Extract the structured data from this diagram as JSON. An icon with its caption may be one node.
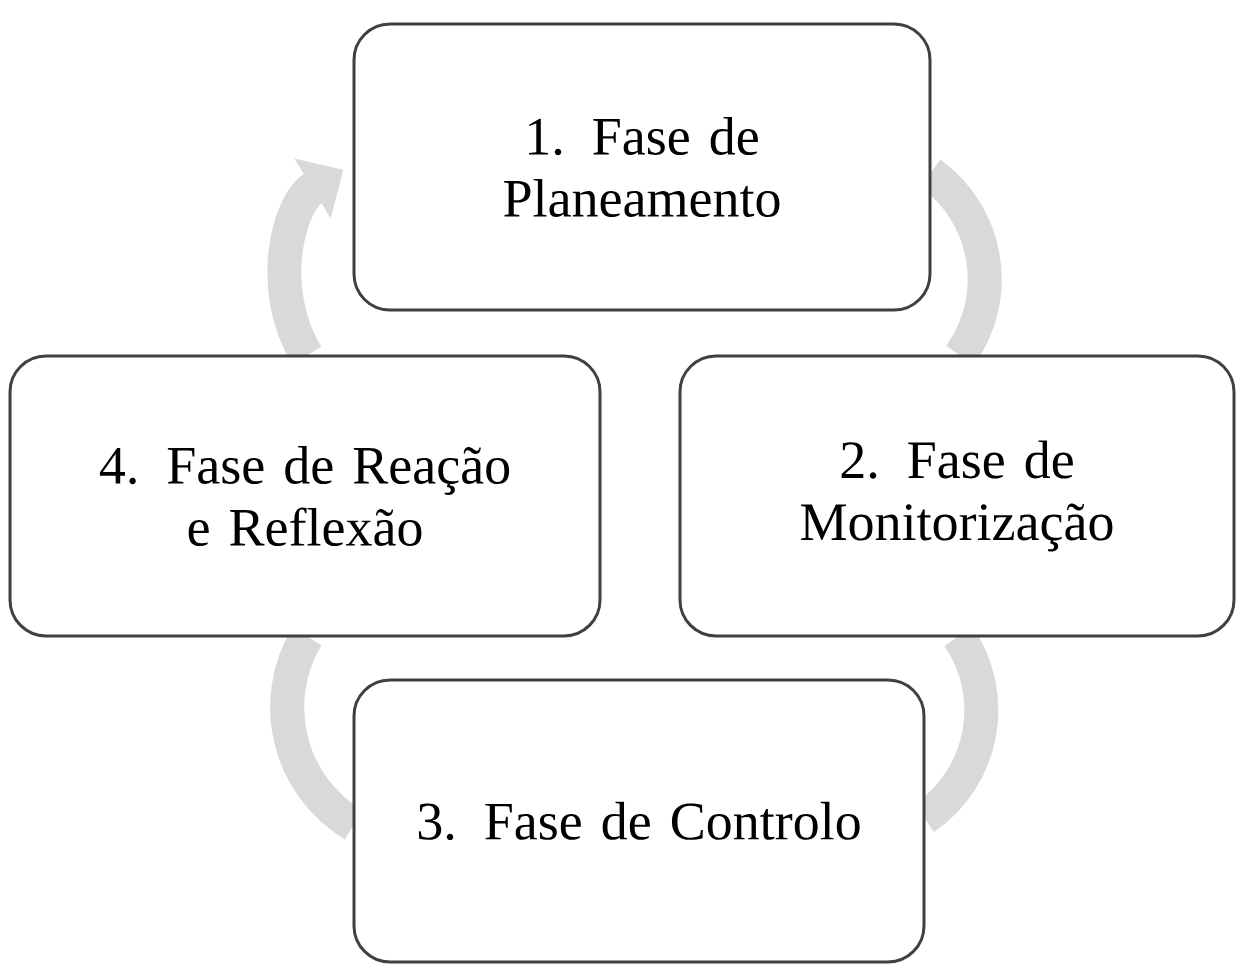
{
  "diagram": {
    "nodes": [
      {
        "text": [
          "1. Fase de Planeamento"
        ]
      },
      {
        "text": [
          "2. Fase de Monitorização"
        ]
      },
      {
        "text": [
          "3. Fase de Controlo"
        ]
      },
      {
        "text": [
          "4. Fase de Reação e Reflexão"
        ]
      }
    ],
    "edges": [
      {
        "from": 0,
        "to": 1,
        "arrow": "none"
      },
      {
        "from": 1,
        "to": 2,
        "arrow": "none"
      },
      {
        "from": 2,
        "to": 3,
        "arrow": "none"
      },
      {
        "from": 3,
        "to": 0,
        "arrow": "to"
      }
    ]
  }
}
